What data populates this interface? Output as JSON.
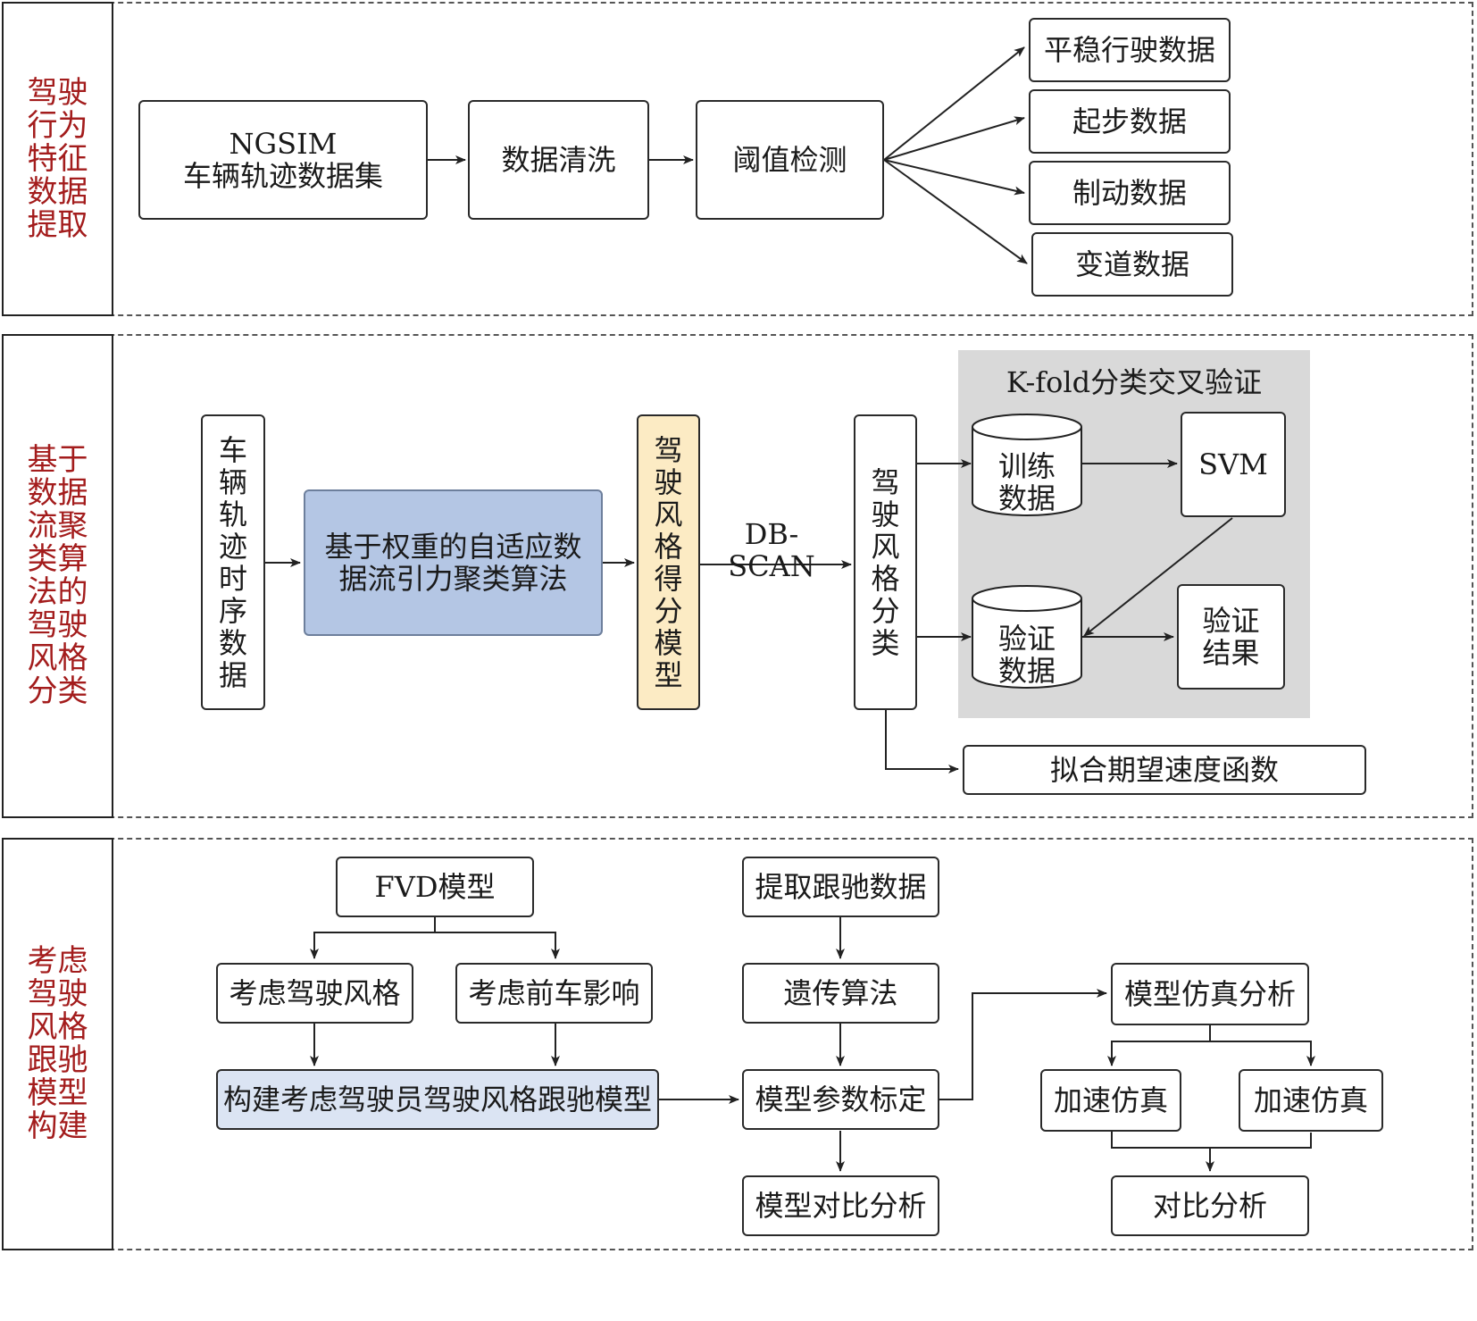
{
  "sections": [
    {
      "label": "驾驶行为特征数据提取"
    },
    {
      "label": "基于数据流聚类算法的驾驶风格分类"
    },
    {
      "label": "考虑驾驶风格跟驰模型构建"
    }
  ],
  "s1": {
    "ngsim": "NGSIM\n车辆轨迹数据集",
    "clean": "数据清洗",
    "threshold": "阈值检测",
    "outputs": [
      "平稳行驶数据",
      "起步数据",
      "制动数据",
      "变道数据"
    ]
  },
  "s2": {
    "timeseries": "车辆轨迹时序数据",
    "algorithm": "基于权重的自适应数\n据流引力聚类算法",
    "score_model": "驾驶风格得分模型",
    "dbscan": "DB-SCAN",
    "classify": "驾驶风格分类",
    "kfold_title": "K-fold分类交叉验证",
    "train": "训练\n数据",
    "svm": "SVM",
    "verify": "验证\n数据",
    "result": "验证\n结果",
    "fit": "拟合期望速度函数"
  },
  "s3": {
    "fvd": "FVD模型",
    "style": "考虑驾驶风格",
    "front": "考虑前车影响",
    "build": "构建考虑驾驶员驾驶风格跟驰模型",
    "extract": "提取跟驰数据",
    "ga": "遗传算法",
    "calib": "模型参数标定",
    "compare_model": "模型对比分析",
    "sim": "模型仿真分析",
    "accel1": "加速仿真",
    "accel2": "加速仿真",
    "compare": "对比分析"
  }
}
